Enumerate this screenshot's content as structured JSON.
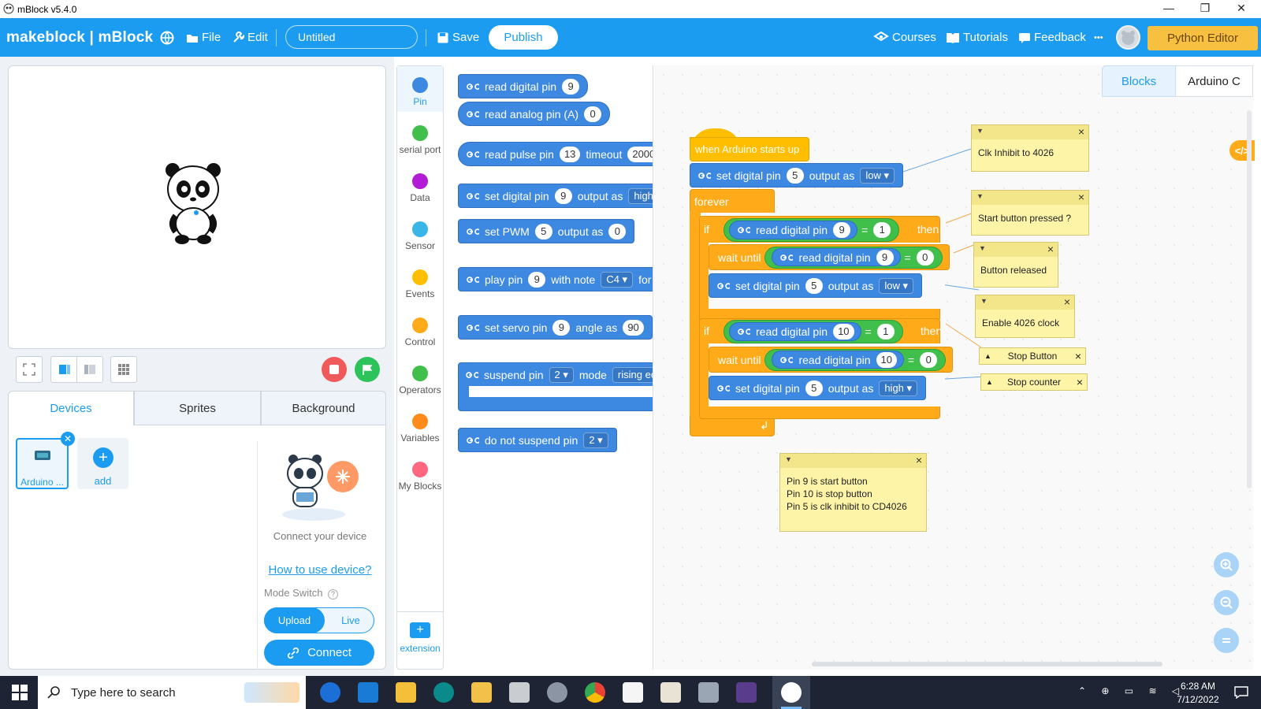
{
  "titlebar": {
    "title": "mBlock v5.4.0",
    "minimize": "—",
    "maximize": "❐",
    "close": "✕"
  },
  "menubar": {
    "logo": "makeblock | mBlock",
    "file": "File",
    "edit": "Edit",
    "project_title": "Untitled",
    "save": "Save",
    "publish": "Publish",
    "courses": "Courses",
    "tutorials": "Tutorials",
    "feedback": "Feedback",
    "more": "•••",
    "python_editor": "Python Editor"
  },
  "left": {
    "tabs": [
      "Devices",
      "Sprites",
      "Background"
    ],
    "device_name": "Arduino ...",
    "add_label": "add",
    "close_x": "✕",
    "connect_text": "Connect your device",
    "how_to": "How to use device?",
    "mode_switch": "Mode Switch",
    "upload": "Upload",
    "live": "Live",
    "connect": "Connect"
  },
  "categories": [
    {
      "label": "Pin",
      "color": "#3d88e0"
    },
    {
      "label": "serial port",
      "color": "#40bf4a"
    },
    {
      "label": "Data",
      "color": "#b31bd6"
    },
    {
      "label": "Sensor",
      "color": "#38b6e8"
    },
    {
      "label": "Events",
      "color": "#ffbf00"
    },
    {
      "label": "Control",
      "color": "#ffab19"
    },
    {
      "label": "Operators",
      "color": "#40bf4a"
    },
    {
      "label": "Variables",
      "color": "#ff8c1a"
    },
    {
      "label": "My Blocks",
      "color": "#ff6680"
    }
  ],
  "extension": "extension",
  "palette": {
    "b1": {
      "t": "read digital pin",
      "v": "9"
    },
    "b2": {
      "t": "read analog pin  (A)",
      "v": "0"
    },
    "b3": {
      "t": "read pulse pin",
      "v": "13",
      "t2": "timeout",
      "v2": "2000"
    },
    "b4": {
      "t": "set digital pin",
      "v": "9",
      "t2": "output as",
      "v2": "high"
    },
    "b5": {
      "t": "set PWM",
      "v": "5",
      "t2": "output as",
      "v2": "0"
    },
    "b6": {
      "t": "play pin",
      "v": "9",
      "t2": "with note",
      "v2": "C4 ▾",
      "t3": "for"
    },
    "b7": {
      "t": "set servo pin",
      "v": "9",
      "t2": "angle as",
      "v2": "90"
    },
    "b8": {
      "t": "suspend pin",
      "v": "2 ▾",
      "t2": "mode",
      "v2": "rising ed"
    },
    "b9": {
      "t": "do not suspend pin",
      "v": "2 ▾"
    }
  },
  "workspace": {
    "tabs": {
      "blocks": "Blocks",
      "arduino": "Arduino C"
    },
    "hat": "when Arduino starts up",
    "s1": {
      "t": "set digital pin",
      "v": "5",
      "t2": "output as",
      "v2": "low ▾"
    },
    "forever": "forever",
    "if1": {
      "if": "if",
      "t": "read digital pin",
      "v": "9",
      "eq": "=",
      "v2": "1",
      "then": "then"
    },
    "wait1": {
      "w": "wait until",
      "t": "read digital pin",
      "v": "9",
      "eq": "=",
      "v2": "0"
    },
    "s2": {
      "t": "set digital pin",
      "v": "5",
      "t2": "output as",
      "v2": "low ▾"
    },
    "if2": {
      "if": "if",
      "t": "read digital pin",
      "v": "10",
      "eq": "=",
      "v2": "1",
      "then": "then"
    },
    "wait2": {
      "w": "wait until",
      "t": "read digital pin",
      "v": "10",
      "eq": "=",
      "v2": "0"
    },
    "s3": {
      "t": "set digital pin",
      "v": "5",
      "t2": "output as",
      "v2": "high ▾"
    },
    "loop_arrow": "↲",
    "notes": {
      "n1": "Clk Inhibit to 4026",
      "n2": "Start button pressed ?",
      "n3": "Button released",
      "n4": "Enable 4026 clock",
      "n5": "Stop Button",
      "n6": "Stop counter",
      "n7a": "Pin 9 is start button",
      "n7b": "Pin 10 is stop button",
      "n7c": "Pin 5 is clk inhibit to CD4026"
    },
    "note_close": "×",
    "code_toggle": "</>"
  },
  "taskbar": {
    "search": "Type here to search",
    "time": "6:28 AM",
    "date": "7/12/2022"
  }
}
